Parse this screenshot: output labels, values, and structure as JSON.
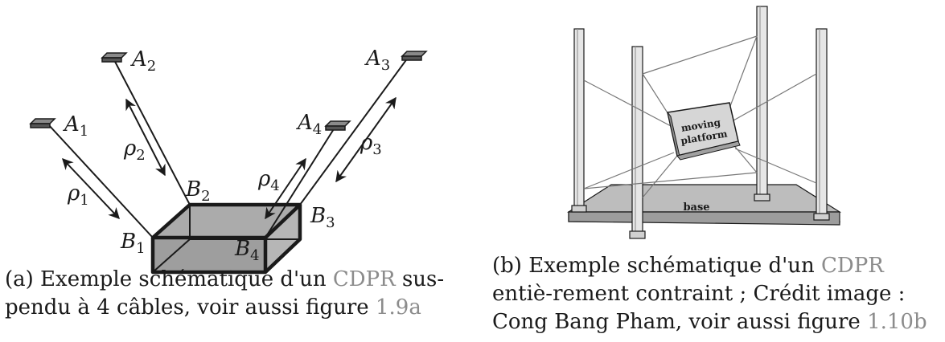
{
  "figure_a": {
    "anchors": [
      {
        "base": "A",
        "sub": "1"
      },
      {
        "base": "A",
        "sub": "2"
      },
      {
        "base": "A",
        "sub": "3"
      },
      {
        "base": "A",
        "sub": "4"
      }
    ],
    "attach_points": [
      {
        "base": "B",
        "sub": "1"
      },
      {
        "base": "B",
        "sub": "2"
      },
      {
        "base": "B",
        "sub": "3"
      },
      {
        "base": "B",
        "sub": "4"
      }
    ],
    "cable_lengths": [
      {
        "base": "ρ",
        "sub": "1"
      },
      {
        "base": "ρ",
        "sub": "2"
      },
      {
        "base": "ρ",
        "sub": "3"
      },
      {
        "base": "ρ",
        "sub": "4"
      }
    ],
    "caption": {
      "prefix": "(a) Exemple schématique d'un ",
      "acronym": "CDPR",
      "middle": " sus-pendu à 4 câbles, voir aussi figure ",
      "ref": "1.9a"
    }
  },
  "figure_b": {
    "platform_label_1": "moving",
    "platform_label_2": "platform",
    "base_label": "base",
    "caption": {
      "prefix": "(b) Exemple schématique d'un ",
      "acronym": "CDPR",
      "middle": " entiè-rement contraint ; Crédit image : Cong Bang Pham, voir aussi figure ",
      "ref": "1.10b"
    }
  },
  "colors": {
    "ink": "#1a1a1a",
    "box_fill": "#a8a8a8",
    "anchor_fill": "#8a8a8a",
    "ref_color": "#8c8c8c",
    "base_fill": "#bdbdbd"
  }
}
